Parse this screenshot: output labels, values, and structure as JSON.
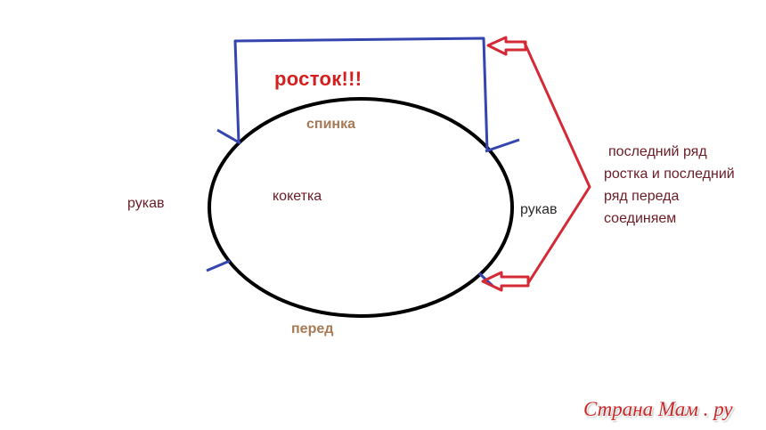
{
  "title": "росток!!!",
  "labels": {
    "back": "спинка",
    "front": "перед",
    "yoke": "кокетка",
    "sleeve_left": "рукав",
    "sleeve_right": "рукав"
  },
  "note": {
    "lines": [
      "последний ряд",
      "ростка и последний",
      "ряд переда",
      "соединяем"
    ]
  },
  "watermark": "Страна Мам . ру",
  "colors": {
    "outline": "#000000",
    "bracket": "#3445b0",
    "arrow": "#d42a35",
    "title": "#d42020",
    "part_label": "#a77a55",
    "text": "#6b1b24"
  }
}
